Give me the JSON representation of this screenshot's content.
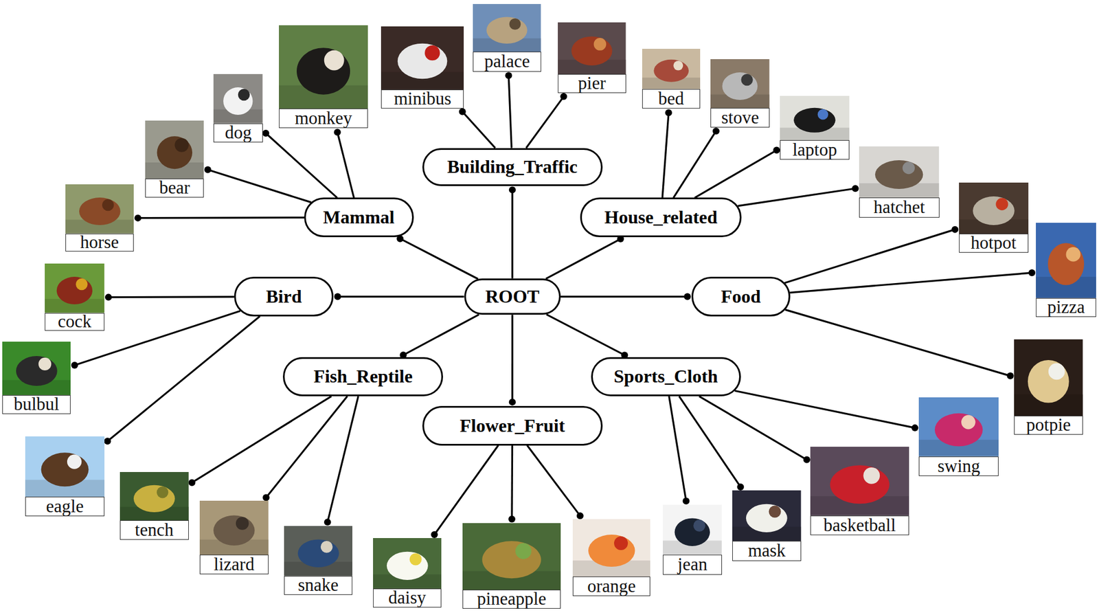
{
  "diagram": {
    "nodes": [
      {
        "text": [
          "ROOT"
        ]
      },
      {
        "text": [
          "Mammal"
        ]
      },
      {
        "text": [
          "Building_Traffic"
        ]
      },
      {
        "text": [
          "House_related"
        ]
      },
      {
        "text": [
          "Food"
        ]
      },
      {
        "text": [
          "Sports_Cloth"
        ]
      },
      {
        "text": [
          "Flower_Fruit"
        ]
      },
      {
        "text": [
          "Fish_Reptile"
        ]
      },
      {
        "text": [
          "Bird"
        ]
      },
      {
        "text": [
          "monkey"
        ]
      },
      {
        "text": [
          "dog"
        ]
      },
      {
        "text": [
          "bear"
        ]
      },
      {
        "text": [
          "horse"
        ]
      },
      {
        "text": [
          "minibus"
        ]
      },
      {
        "text": [
          "palace"
        ]
      },
      {
        "text": [
          "pier"
        ]
      },
      {
        "text": [
          "bed"
        ]
      },
      {
        "text": [
          "stove"
        ]
      },
      {
        "text": [
          "laptop"
        ]
      },
      {
        "text": [
          "hatchet"
        ]
      },
      {
        "text": [
          "hotpot"
        ]
      },
      {
        "text": [
          "pizza"
        ]
      },
      {
        "text": [
          "potpie"
        ]
      },
      {
        "text": [
          "swing"
        ]
      },
      {
        "text": [
          "basketball"
        ]
      },
      {
        "text": [
          "mask"
        ]
      },
      {
        "text": [
          "jean"
        ]
      },
      {
        "text": [
          "orange"
        ]
      },
      {
        "text": [
          "pineapple"
        ]
      },
      {
        "text": [
          "daisy"
        ]
      },
      {
        "text": [
          "snake"
        ]
      },
      {
        "text": [
          "lizard"
        ]
      },
      {
        "text": [
          "tench"
        ]
      },
      {
        "text": [
          "eagle"
        ]
      },
      {
        "text": [
          "bulbul"
        ]
      },
      {
        "text": [
          "cock"
        ]
      }
    ],
    "edges": [
      {
        "from": 0,
        "to": 1,
        "arrow": "none"
      },
      {
        "from": 0,
        "to": 2,
        "arrow": "none"
      },
      {
        "from": 0,
        "to": 3,
        "arrow": "none"
      },
      {
        "from": 0,
        "to": 4,
        "arrow": "none"
      },
      {
        "from": 0,
        "to": 5,
        "arrow": "none"
      },
      {
        "from": 0,
        "to": 6,
        "arrow": "none"
      },
      {
        "from": 0,
        "to": 7,
        "arrow": "none"
      },
      {
        "from": 0,
        "to": 8,
        "arrow": "none"
      },
      {
        "from": 1,
        "to": 9,
        "arrow": "none"
      },
      {
        "from": 1,
        "to": 10,
        "arrow": "none"
      },
      {
        "from": 1,
        "to": 11,
        "arrow": "none"
      },
      {
        "from": 1,
        "to": 12,
        "arrow": "none"
      },
      {
        "from": 2,
        "to": 13,
        "arrow": "none"
      },
      {
        "from": 2,
        "to": 14,
        "arrow": "none"
      },
      {
        "from": 2,
        "to": 15,
        "arrow": "none"
      },
      {
        "from": 3,
        "to": 16,
        "arrow": "none"
      },
      {
        "from": 3,
        "to": 17,
        "arrow": "none"
      },
      {
        "from": 3,
        "to": 18,
        "arrow": "none"
      },
      {
        "from": 3,
        "to": 19,
        "arrow": "none"
      },
      {
        "from": 4,
        "to": 20,
        "arrow": "none"
      },
      {
        "from": 4,
        "to": 21,
        "arrow": "none"
      },
      {
        "from": 4,
        "to": 22,
        "arrow": "none"
      },
      {
        "from": 5,
        "to": 23,
        "arrow": "none"
      },
      {
        "from": 5,
        "to": 24,
        "arrow": "none"
      },
      {
        "from": 5,
        "to": 25,
        "arrow": "none"
      },
      {
        "from": 5,
        "to": 26,
        "arrow": "none"
      },
      {
        "from": 6,
        "to": 27,
        "arrow": "none"
      },
      {
        "from": 6,
        "to": 28,
        "arrow": "none"
      },
      {
        "from": 6,
        "to": 29,
        "arrow": "none"
      },
      {
        "from": 7,
        "to": 30,
        "arrow": "none"
      },
      {
        "from": 7,
        "to": 31,
        "arrow": "none"
      },
      {
        "from": 7,
        "to": 32,
        "arrow": "none"
      },
      {
        "from": 8,
        "to": 33,
        "arrow": "none"
      },
      {
        "from": 8,
        "to": 34,
        "arrow": "none"
      },
      {
        "from": 8,
        "to": 35,
        "arrow": "none"
      }
    ]
  }
}
